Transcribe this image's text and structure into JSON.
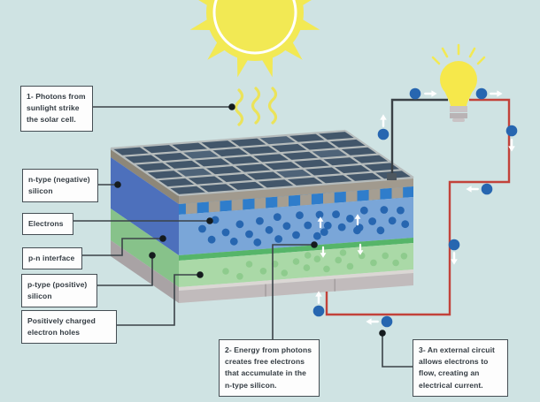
{
  "scene": {
    "background_color": "#cfe3e3",
    "wire_dark_color": "#3a4146",
    "wire_red_color": "#c2423a",
    "electron_color": "#2766b0",
    "connector_color": "#3b4248",
    "sun_color": "#f2e954",
    "bulb_base_color": "#c9c3c5",
    "panel": {
      "grid_top_color": "#42566a",
      "grid_line_color": "#b6bcbc",
      "grid_cell_light_color": "#4e6378",
      "grid_edge_color": "#a19a8e",
      "grid_edge_left_color": "#8d8779",
      "contact_strip_color": "#2f7dcb",
      "contact_tab_color": "#a59e92",
      "n_type_color": "#7aa6d8",
      "n_type_side_color": "#4d70bc",
      "pn_interface_color": "#56b569",
      "p_type_color": "#aad9a7",
      "p_type_side_color": "#87c28a",
      "hole_dot_color": "#8ecb8d",
      "base_top_color": "#dbd7d4",
      "base_color": "#c1bbbc",
      "base_side_color": "#a9a3a5",
      "base_seam_color": "#a59fa0"
    }
  },
  "callouts": {
    "photons": {
      "text": "1- Photons from sunlight strike the solar cell."
    },
    "n_type": {
      "text": "n-type (negative) silicon"
    },
    "electrons": {
      "text": "Electrons"
    },
    "pn_interface": {
      "text": "p-n interface"
    },
    "p_type": {
      "text": "p-type (positive) silicon"
    },
    "holes": {
      "text": "Positively charged electron holes"
    },
    "energy": {
      "text": "2- Energy from photons creates free electrons that accumulate in the n-type silicon."
    },
    "external_circuit": {
      "text": "3- An external circuit allows electrons to flow, creating an electrical current."
    }
  },
  "icons": {
    "sun": "sun-icon",
    "light_bulb": "light-bulb-icon",
    "photon_waves": "photon-waves-icon",
    "electron": "electron-dot",
    "flow_arrow": "flow-arrow-icon"
  }
}
